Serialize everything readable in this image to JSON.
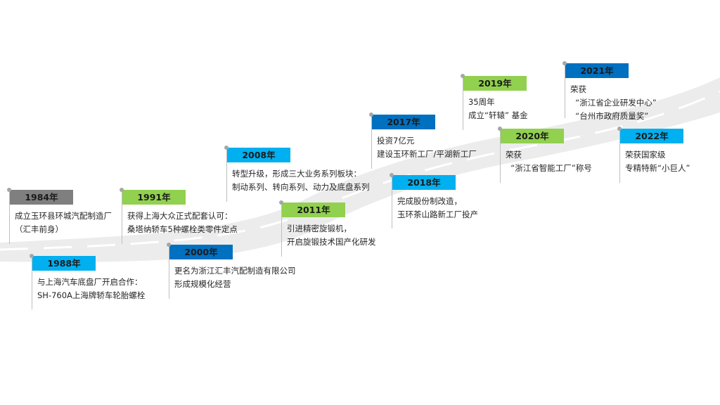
{
  "colors": {
    "gray": "#7f7f7f",
    "light_blue": "#00b0f0",
    "blue": "#0070c0",
    "green": "#92d050"
  },
  "milestones": [
    {
      "year": "1984年",
      "color": "gray",
      "lines": [
        "成立玉环县环城汽配制造厂",
        "（汇丰前身）"
      ]
    },
    {
      "year": "1988年",
      "color": "light_blue",
      "lines": [
        "与上海汽车底盘厂开启合作：",
        "SH-760A上海牌轿车轮胎螺栓"
      ]
    },
    {
      "year": "1991年",
      "color": "green",
      "lines": [
        "获得上海大众正式配套认可：",
        "桑塔纳轿车5种螺栓类零件定点"
      ]
    },
    {
      "year": "2000年",
      "color": "blue",
      "lines": [
        "更名为浙江汇丰汽配制造有限公司",
        "形成规模化经营"
      ]
    },
    {
      "year": "2008年",
      "color": "light_blue",
      "lines": [
        "转型升级，形成三大业务系列板块：",
        "制动系列、转向系列、动力及底盘系列"
      ]
    },
    {
      "year": "2011年",
      "color": "green",
      "lines": [
        "引进精密旋锻机，",
        "开启旋锻技术国产化研发"
      ]
    },
    {
      "year": "2017年",
      "color": "blue",
      "lines": [
        "投资7亿元",
        "建设玉环新工厂/平湖新工厂"
      ]
    },
    {
      "year": "2018年",
      "color": "light_blue",
      "lines": [
        "完成股份制改造，",
        "玉环茶山路新工厂投产"
      ]
    },
    {
      "year": "2019年",
      "color": "green",
      "lines": [
        "35周年",
        "成立“轩辕” 基金"
      ]
    },
    {
      "year": "2020年",
      "color": "green",
      "lines": [
        "荣获",
        "  “浙江省智能工厂”称号"
      ]
    },
    {
      "year": "2021年",
      "color": "blue",
      "lines": [
        "荣获",
        "  “浙江省企业研发中心”",
        "  “台州市政府质量奖”"
      ]
    },
    {
      "year": "2022年",
      "color": "light_blue",
      "lines": [
        "荣获国家级",
        "专精特新“小巨人”"
      ]
    }
  ]
}
